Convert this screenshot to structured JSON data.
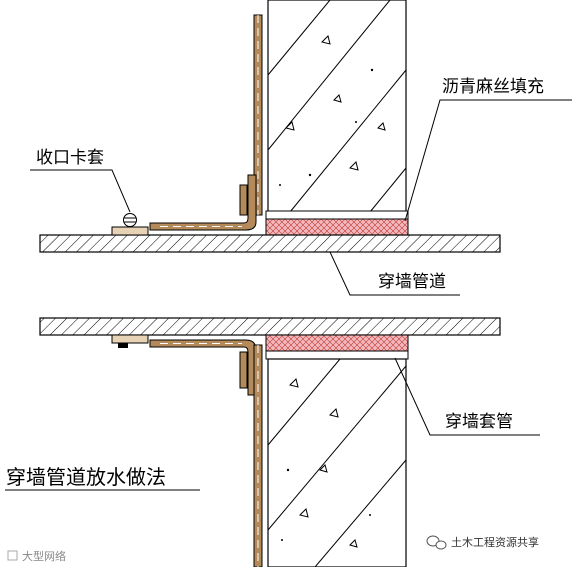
{
  "labels": {
    "collar": "收口卡套",
    "asphalt_fill": "沥青麻丝填充",
    "through_pipe": "穿墙管道",
    "wall_sleeve": "穿墙套管",
    "title": "穿墙管道放水做法"
  },
  "watermarks": {
    "right": "土木工程资源共享",
    "left": "大型网络"
  },
  "colors": {
    "line": "#000000",
    "membrane_fill": "#b58a5a",
    "filler_fill": "#f2b8c0"
  },
  "icons": [
    "wechat-icon",
    "logo-icon"
  ]
}
